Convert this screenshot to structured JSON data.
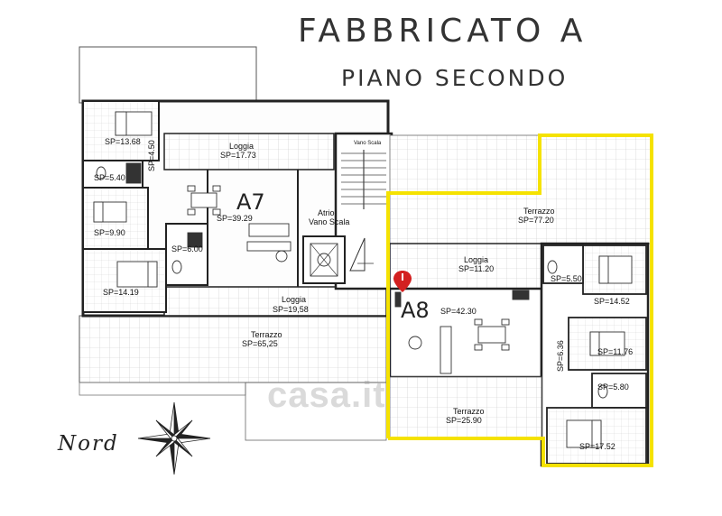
{
  "title": "FABBRICATO A",
  "subtitle": "PIANO SECONDO",
  "north_label": "Nord",
  "watermark": "casa.it",
  "highlight_color": "#f5e200",
  "units": [
    {
      "name": "A7",
      "label": "A7"
    },
    {
      "name": "A8",
      "label": "A8"
    }
  ],
  "rooms_a7": {
    "bedroom_top": "SP=13.68",
    "bath_top": "SP=5.40",
    "corridor": "SP=4.50",
    "bedroom_mid": "SP=9.90",
    "bath_mid": "SP=6.00",
    "bedroom_bottom": "SP=14.19",
    "living": "SP=39.29",
    "loggia_top_name": "Loggia",
    "loggia_top_area": "SP=17.73",
    "loggia_bottom_name": "Loggia",
    "loggia_bottom_area": "SP=19,58",
    "terrace_name": "Terrazzo",
    "terrace_area": "SP=65,25"
  },
  "stairs": {
    "vano_label": "Vano Scala",
    "atrio_label": "Atrio",
    "atrio_sub": "Vano Scala"
  },
  "rooms_a8": {
    "terrace_top_name": "Terrazzo",
    "terrace_top_area": "SP=77.20",
    "loggia_name": "Loggia",
    "loggia_area": "SP=11.20",
    "living": "SP=42.30",
    "bath_top": "SP=5.50",
    "corridor_top": "SP=14.52",
    "corridor_left": "SP=6.36",
    "bedroom_mid": "SP=11.76",
    "bath_bottom": "SP=5.80",
    "bedroom_bottom": "SP=17.52",
    "terrace_bottom_name": "Terrazzo",
    "terrace_bottom_area": "SP=25.90"
  }
}
